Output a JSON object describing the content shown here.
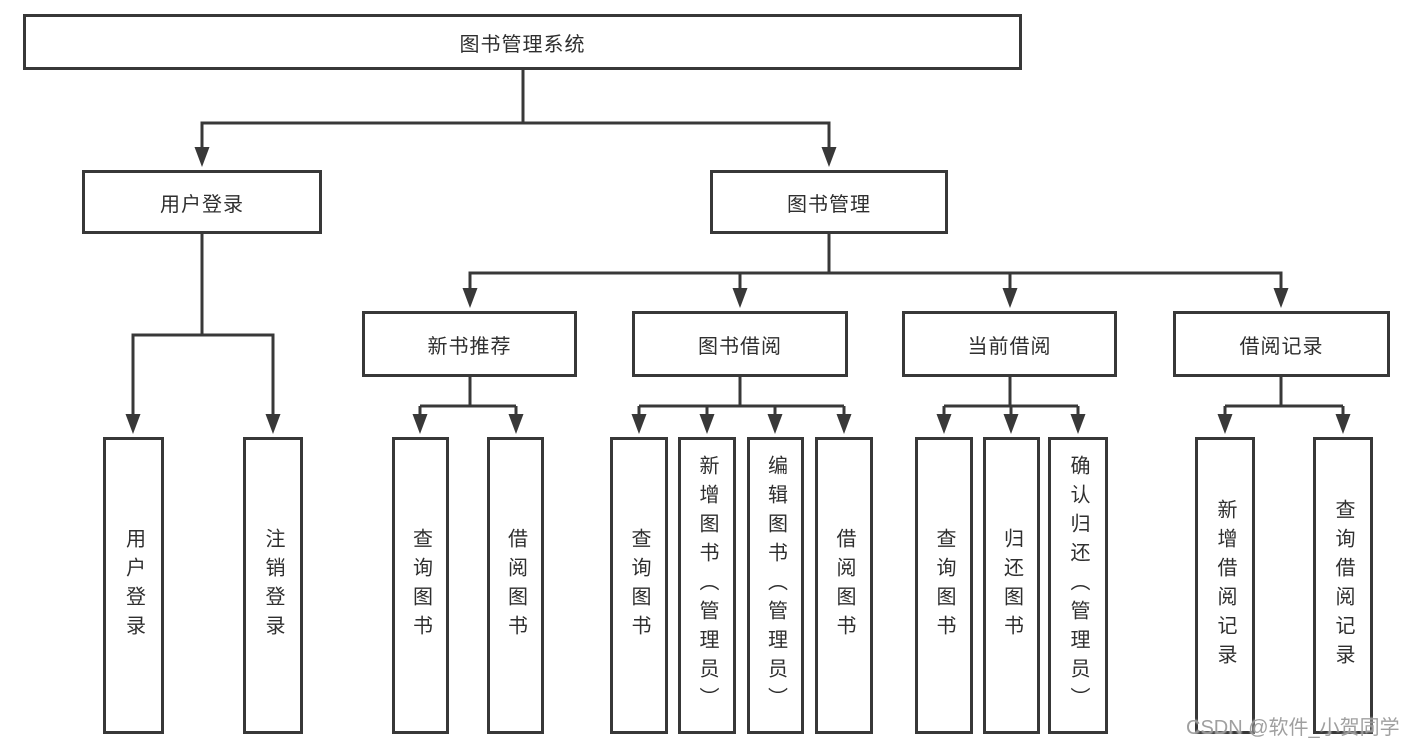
{
  "diagram": {
    "root": {
      "label": "图书管理系统"
    },
    "level2": {
      "user_login": {
        "label": "用户登录"
      },
      "book_mgmt": {
        "label": "图书管理"
      }
    },
    "level3": {
      "new_book_rec": {
        "label": "新书推荐"
      },
      "book_borrow": {
        "label": "图书借阅"
      },
      "current_borrow": {
        "label": "当前借阅"
      },
      "borrow_record": {
        "label": "借阅记录"
      }
    },
    "leaves": {
      "user_login": {
        "login": {
          "label": "用户登录"
        },
        "logout": {
          "label": "注销登录"
        }
      },
      "new_book_rec": {
        "query": {
          "label": "查询图书"
        },
        "borrow": {
          "label": "借阅图书"
        }
      },
      "book_borrow": {
        "query": {
          "label": "查询图书"
        },
        "add": {
          "label": "新增图书（管理员）"
        },
        "edit": {
          "label": "编辑图书（管理员）"
        },
        "borrow": {
          "label": "借阅图书"
        }
      },
      "current_borrow": {
        "query": {
          "label": "查询图书"
        },
        "return": {
          "label": "归还图书"
        },
        "confirm": {
          "label": "确认归还（管理员）"
        }
      },
      "borrow_record": {
        "add": {
          "label": "新增借阅记录"
        },
        "query": {
          "label": "查询借阅记录"
        }
      }
    }
  },
  "watermark": {
    "text": "CSDN @软件_小贺同学"
  },
  "colors": {
    "line": "#383838",
    "text": "#2f2f2f",
    "box_fill": "#ffffff",
    "watermark": "#989898",
    "background": "#ffffff"
  }
}
